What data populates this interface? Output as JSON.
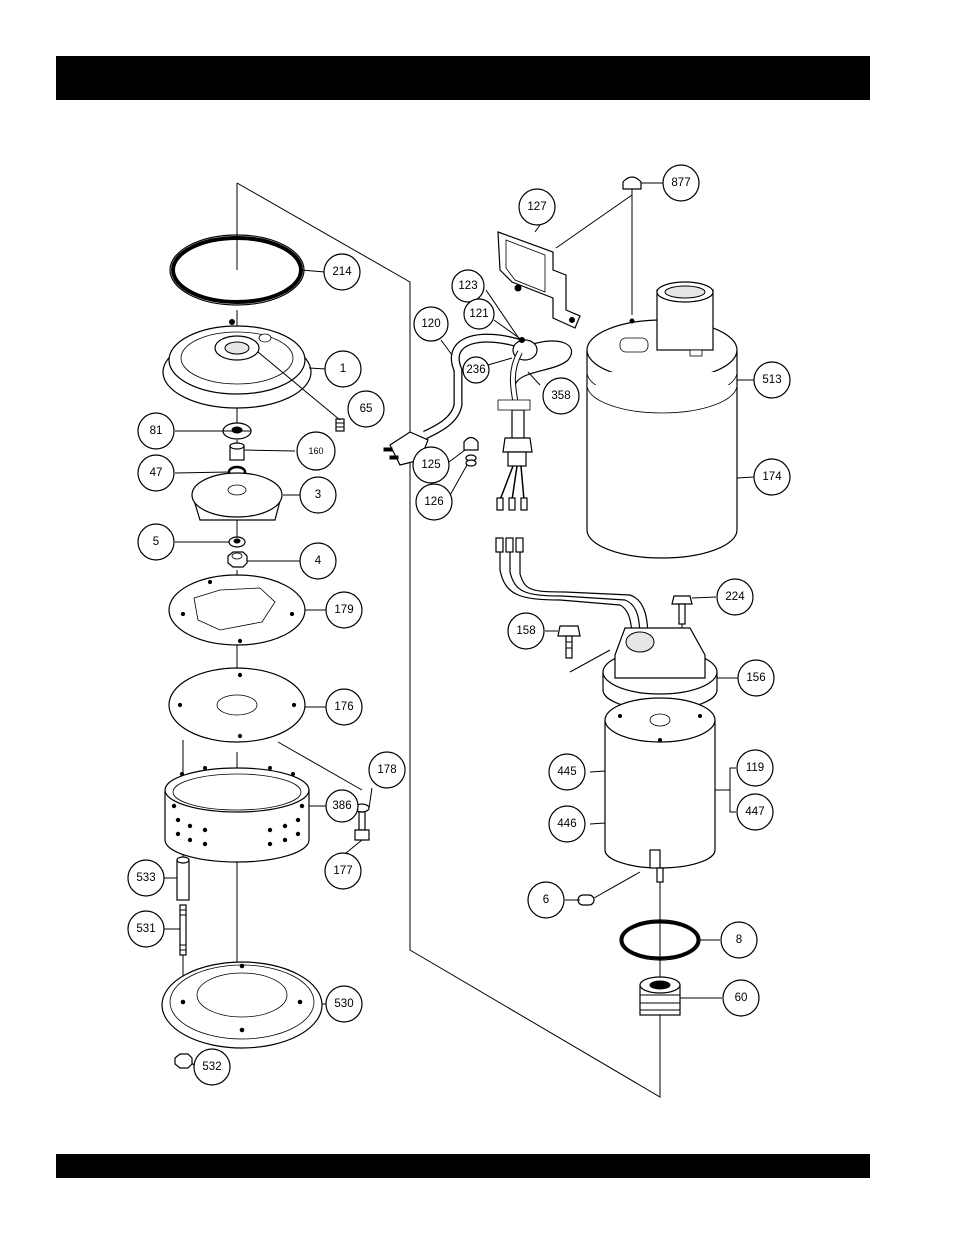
{
  "header_bar": {
    "color": "#000000"
  },
  "footer_bar": {
    "color": "#000000"
  },
  "callouts": {
    "c214": "214",
    "c1": "1",
    "c65": "65",
    "c81": "81",
    "c160": "160",
    "c47": "47",
    "c3": "3",
    "c5": "5",
    "c4": "4",
    "c179": "179",
    "c176": "176",
    "c178": "178",
    "c386": "386",
    "c177": "177",
    "c533": "533",
    "c531": "531",
    "c530": "530",
    "c532": "532",
    "c877": "877",
    "c127": "127",
    "c123": "123",
    "c121": "121",
    "c120": "120",
    "c236": "236",
    "c358": "358",
    "c513": "513",
    "c125": "125",
    "c126": "126",
    "c174": "174",
    "c224": "224",
    "c158": "158",
    "c156": "156",
    "c445": "445",
    "c119": "119",
    "c447": "447",
    "c446": "446",
    "c6": "6",
    "c8": "8",
    "c60": "60"
  }
}
